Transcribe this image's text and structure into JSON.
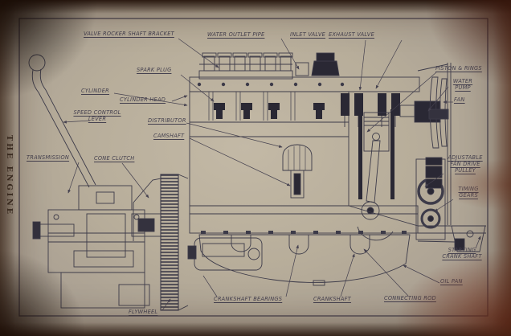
{
  "page": {
    "side_title": "THE ENGINE"
  },
  "diagram": {
    "subject": "Sectional side elevation of an automobile engine with transmission",
    "colors": {
      "paper": "#b9ae9b",
      "ink": "#3d3b49",
      "label_ink": "#45414f",
      "vignette_edge": "#2a160e"
    },
    "labels": {
      "valve_rocker_shaft_bracket": "VALVE ROCKER SHAFT BRACKET",
      "water_outlet_pipe": "WATER OUTLET PIPE",
      "inlet_valve": "INLET VALVE",
      "exhaust_valve": "EXHAUST VALVE",
      "spark_plug": "SPARK PLUG",
      "cylinder": "CYLINDER",
      "cylinder_head": "CYLINDER HEAD",
      "speed_control_lever": "SPEED CONTROL LEVER",
      "distributor": "DISTRIBUTOR",
      "camshaft": "CAMSHAFT",
      "transmission": "TRANSMISSION",
      "cone_clutch": "CONE CLUTCH",
      "piston_rings": "PISTON & RINGS",
      "water_pump": "WATER PUMP",
      "fan": "FAN",
      "adjustable_fan_drive_pulley": "ADJUSTABLE FAN DRIVE PULLEY",
      "timing_gears": "TIMING GEARS",
      "starting_crank_shaft": "STARTING CRANK SHAFT",
      "oil_pan": "OIL PAN",
      "connecting_rod": "CONNECTING ROD",
      "crankshaft": "CRANKSHAFT",
      "crankshaft_bearings": "CRANKSHAFT BEARINGS",
      "flywheel": "FLYWHEEL"
    }
  }
}
